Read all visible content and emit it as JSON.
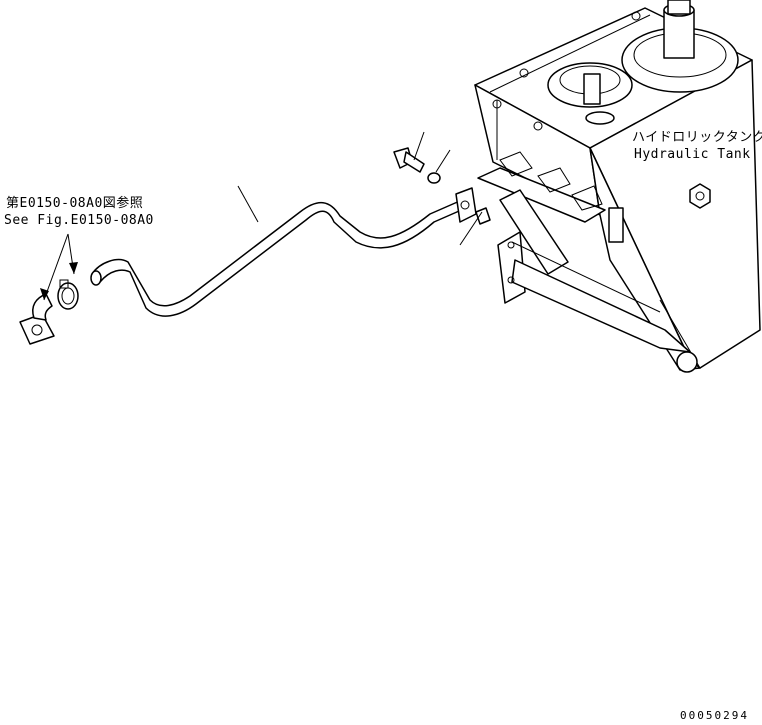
{
  "labels": {
    "ref_jp": "第E0150-08A0図参照",
    "ref_en": "See Fig.E0150-08A0",
    "tank_jp": "ハイドロリックタンク",
    "tank_en": "Hydraulic Tank",
    "drawing_number": "00050294"
  }
}
